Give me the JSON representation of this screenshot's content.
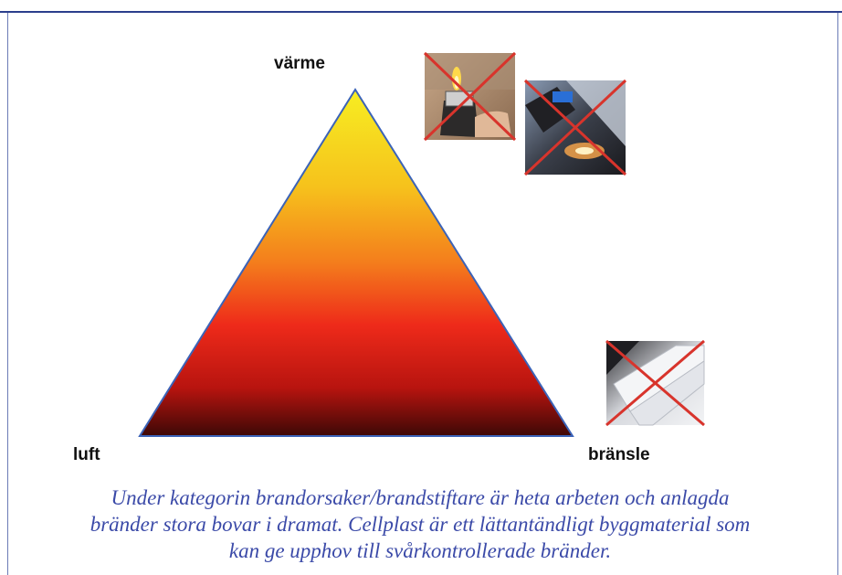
{
  "diagram": {
    "labels": {
      "top": "värme",
      "left": "luft",
      "right": "bränsle"
    },
    "icons": [
      "lighter-crossed-icon",
      "blowtorch-crossed-icon",
      "insulation-crossed-icon"
    ],
    "colors": {
      "triangle_top": "#f6e81e",
      "triangle_mid": "#f5a21a",
      "triangle_low": "#e8201c",
      "triangle_base": "#4a0b08",
      "triangle_outline": "#3b63b8",
      "cross": "#d8342c",
      "rule": "#2b3f8c",
      "caption": "#3b4aa8"
    }
  },
  "caption": {
    "line1": "Under kategorin brandorsaker/brandstiftare är heta arbeten och anlagda",
    "line2": "bränder stora bovar i dramat. Cellplast är ett lättantändligt byggmaterial som",
    "line3": "kan ge upphov till svårkontrollerade bränder."
  }
}
